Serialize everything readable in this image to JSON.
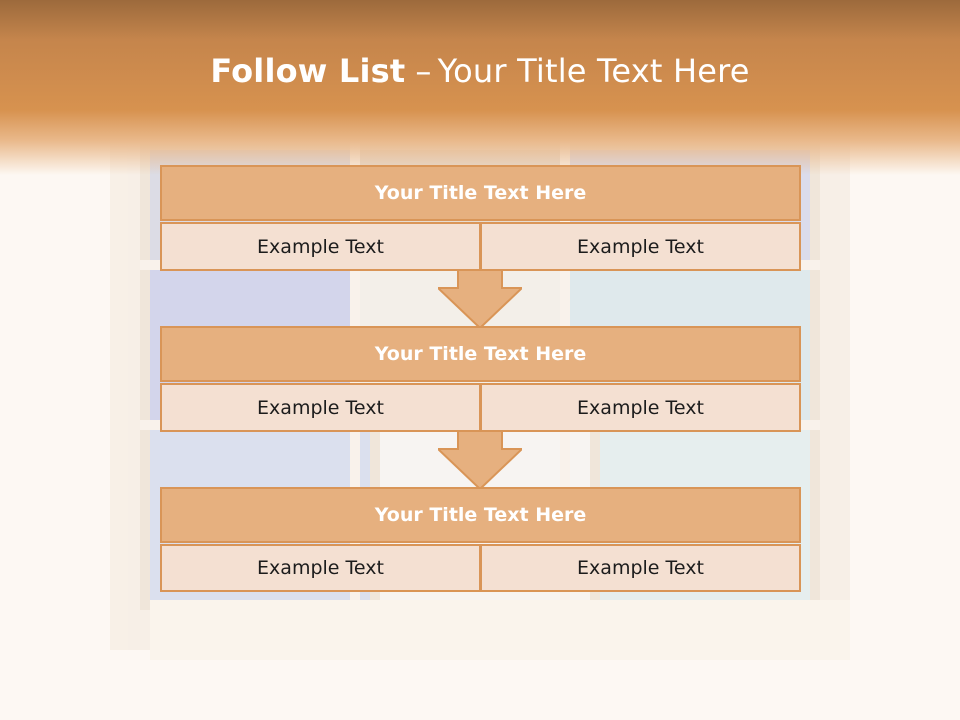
{
  "title": {
    "bold": "Follow List",
    "separator": "–",
    "rest": "Your Title Text Here"
  },
  "blocks": [
    {
      "title": "Your Title Text Here",
      "left": "Example Text",
      "right": "Example Text"
    },
    {
      "title": "Your Title Text Here",
      "left": "Example Text",
      "right": "Example Text"
    },
    {
      "title": "Your Title Text Here",
      "left": "Example Text",
      "right": "Example Text"
    }
  ],
  "colors": {
    "header": "#d7924f",
    "box_title": "#e6b07f",
    "box_cell": "#f4e0d2",
    "border": "#d99557"
  }
}
